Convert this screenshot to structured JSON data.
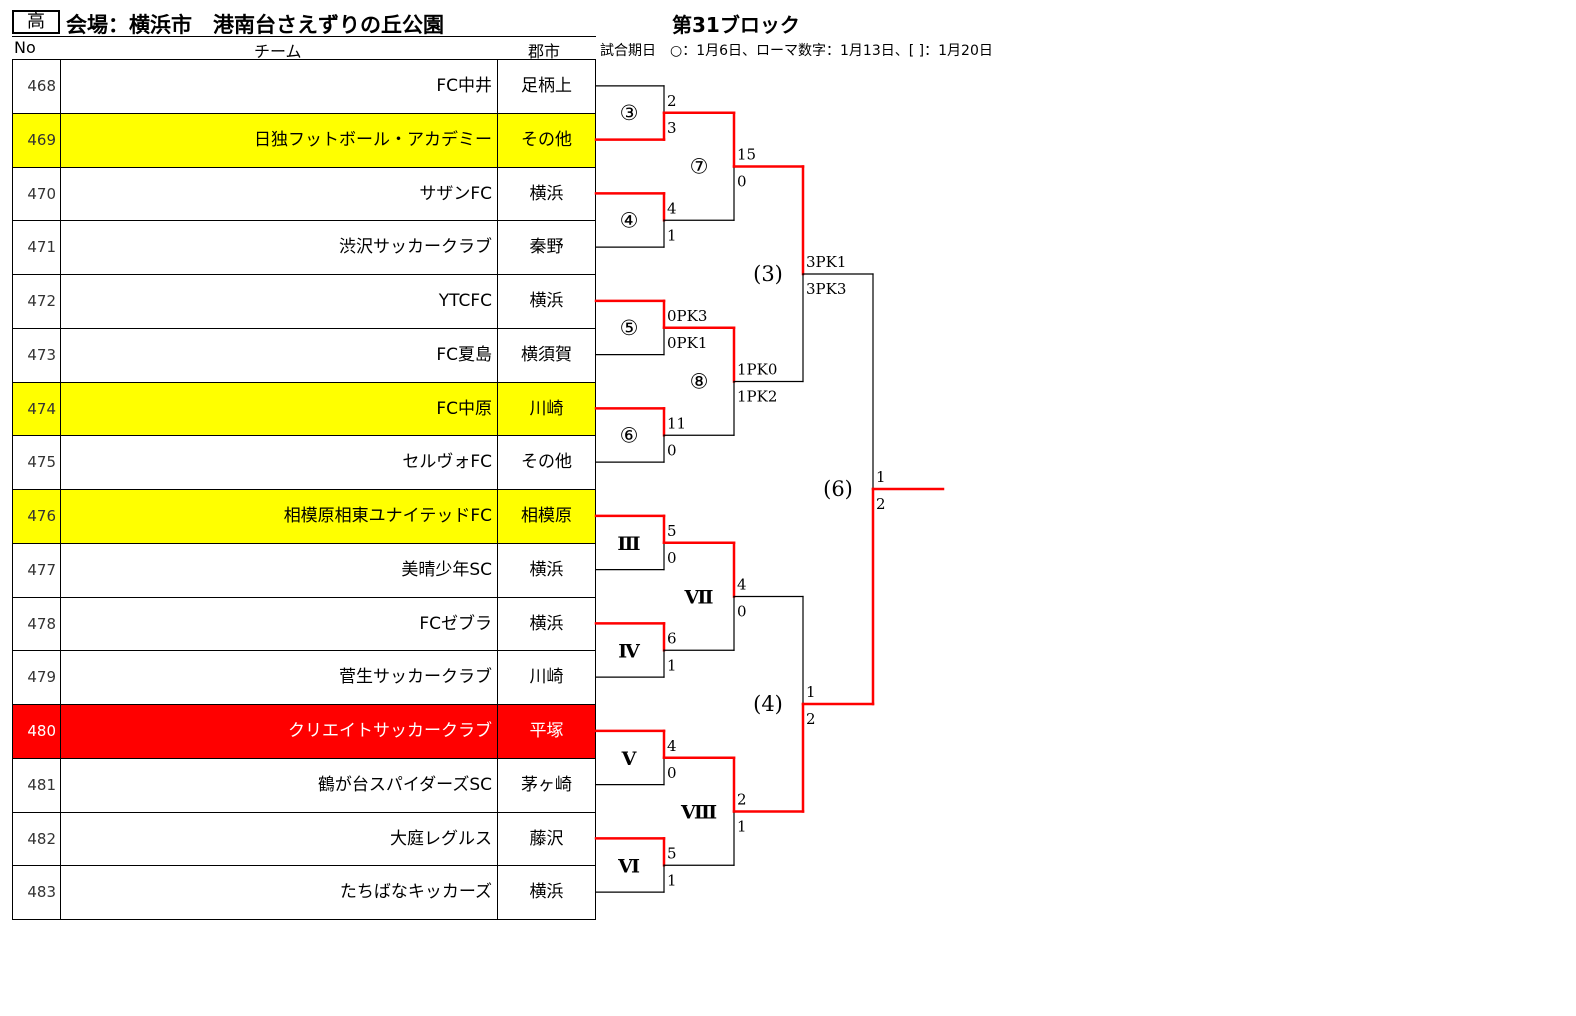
{
  "header": {
    "badge": "高",
    "venue": "会場：横浜市　港南台さえずりの丘公園",
    "block": "第31ブロック",
    "legend": "試合期日　○：1月6日、ローマ数字：1月13日、[ ]：1月20日"
  },
  "columns": {
    "no": "No",
    "team": "チーム",
    "city": "郡市"
  },
  "colors": {
    "highlight_yellow": "#ffff00",
    "highlight_red": "#ff0000",
    "winner_line": "#ff0000",
    "loser_line": "#000000"
  },
  "teams": [
    {
      "no": "468",
      "name": "FC中井",
      "city": "足柄上",
      "highlight": "none"
    },
    {
      "no": "469",
      "name": "日独フットボール・アカデミー",
      "city": "その他",
      "highlight": "yellow"
    },
    {
      "no": "470",
      "name": "サザンFC",
      "city": "横浜",
      "highlight": "none"
    },
    {
      "no": "471",
      "name": "渋沢サッカークラブ",
      "city": "秦野",
      "highlight": "none"
    },
    {
      "no": "472",
      "name": "YTCFC",
      "city": "横浜",
      "highlight": "none"
    },
    {
      "no": "473",
      "name": "FC夏島",
      "city": "横須賀",
      "highlight": "none"
    },
    {
      "no": "474",
      "name": "FC中原",
      "city": "川崎",
      "highlight": "yellow"
    },
    {
      "no": "475",
      "name": "セルヴォFC",
      "city": "その他",
      "highlight": "none"
    },
    {
      "no": "476",
      "name": "相模原相東ユナイテッドFC",
      "city": "相模原",
      "highlight": "yellow"
    },
    {
      "no": "477",
      "name": "美晴少年SC",
      "city": "横浜",
      "highlight": "none"
    },
    {
      "no": "478",
      "name": "FCゼブラ",
      "city": "横浜",
      "highlight": "none"
    },
    {
      "no": "479",
      "name": "菅生サッカークラブ",
      "city": "川崎",
      "highlight": "none"
    },
    {
      "no": "480",
      "name": "クリエイトサッカークラブ",
      "city": "平塚",
      "highlight": "red"
    },
    {
      "no": "481",
      "name": "鶴が台スパイダーズSC",
      "city": "茅ヶ崎",
      "highlight": "none"
    },
    {
      "no": "482",
      "name": "大庭レグルス",
      "city": "藤沢",
      "highlight": "none"
    },
    {
      "no": "483",
      "name": "たちばなキッカーズ",
      "city": "横浜",
      "highlight": "none"
    }
  ],
  "bracket": {
    "round1": [
      {
        "label": "③",
        "top_score": "2",
        "bottom_score": "3",
        "winner": "bottom"
      },
      {
        "label": "④",
        "top_score": "4",
        "bottom_score": "1",
        "winner": "top"
      },
      {
        "label": "⑤",
        "top_score": "0PK3",
        "bottom_score": "0PK1",
        "winner": "top"
      },
      {
        "label": "⑥",
        "top_score": "11",
        "bottom_score": "0",
        "winner": "top"
      },
      {
        "label": "Ⅲ",
        "top_score": "5",
        "bottom_score": "0",
        "winner": "top"
      },
      {
        "label": "Ⅳ",
        "top_score": "6",
        "bottom_score": "1",
        "winner": "top"
      },
      {
        "label": "Ⅴ",
        "top_score": "4",
        "bottom_score": "0",
        "winner": "top"
      },
      {
        "label": "Ⅵ",
        "top_score": "5",
        "bottom_score": "1",
        "winner": "top"
      }
    ],
    "round2": [
      {
        "label": "⑦",
        "top_score": "15",
        "bottom_score": "0",
        "winner": "top"
      },
      {
        "label": "⑧",
        "top_score": "1PK0",
        "bottom_score": "1PK2",
        "winner": "top"
      },
      {
        "label": "Ⅶ",
        "top_score": "4",
        "bottom_score": "0",
        "winner": "top"
      },
      {
        "label": "Ⅷ",
        "top_score": "2",
        "bottom_score": "1",
        "winner": "top"
      }
    ],
    "round3": [
      {
        "label": "(3)",
        "top_score": "3PK1",
        "bottom_score": "3PK3",
        "winner": "top"
      },
      {
        "label": "(4)",
        "top_score": "1",
        "bottom_score": "2",
        "winner": "bottom"
      }
    ],
    "final": {
      "label": "(6)",
      "top_score": "1",
      "bottom_score": "2",
      "winner": "bottom"
    }
  }
}
